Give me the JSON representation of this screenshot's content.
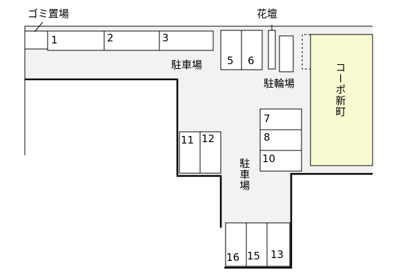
{
  "labels": {
    "garbage": "ゴミ置場",
    "flowerbed": "花壇",
    "parking_top": "駐車場",
    "bicycle": "駐輪場",
    "parking_center": "駐車場",
    "building": "コーポ新町"
  },
  "spaces": {
    "s1": "1",
    "s2": "2",
    "s3": "3",
    "s5": "5",
    "s6": "6",
    "s7": "7",
    "s8": "8",
    "s10": "10",
    "s11": "11",
    "s12": "12",
    "s16": "16",
    "s15": "15",
    "s13": "13"
  },
  "colors": {
    "ground": "#f2f2f2",
    "building": "#fafad2",
    "line": "#000000"
  }
}
